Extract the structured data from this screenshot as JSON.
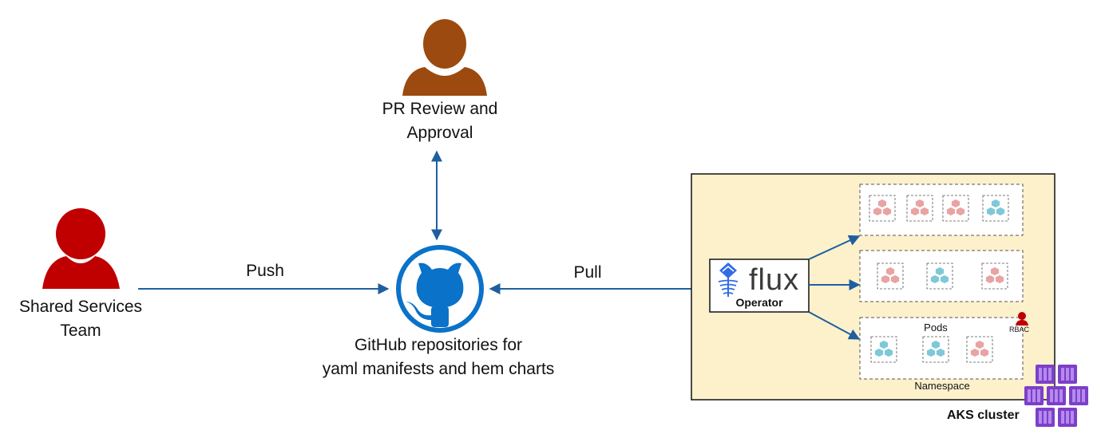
{
  "reviewer": {
    "label_line1": "PR Review and",
    "label_line2": "Approval"
  },
  "team": {
    "label_line1": "Shared Services",
    "label_line2": "Team"
  },
  "github": {
    "label_line1": "GitHub repositories for",
    "label_line2": "yaml manifests and hem charts"
  },
  "arrows": {
    "push_label": "Push",
    "pull_label": "Pull"
  },
  "cluster": {
    "operator_name": "flux",
    "operator_label": "Operator",
    "pods_label": "Pods",
    "rbac_label": "RBAC",
    "namespace_label": "Namespace",
    "cluster_label": "AKS cluster",
    "namespaces": [
      {
        "pods": [
          "red",
          "red",
          "red",
          "teal"
        ]
      },
      {
        "pods": [
          "red",
          "teal",
          "red"
        ]
      },
      {
        "pods": [
          "teal",
          "teal",
          "red"
        ]
      }
    ]
  },
  "colors": {
    "reviewer": "#9c4a0f",
    "team": "#c00000",
    "github": "#0a72c9",
    "arrow": "#1f5fa0",
    "cluster_fill": "#fdf1cc",
    "pod_red": "#e8a3a3",
    "pod_teal": "#7ec8d8",
    "aks_purple": "#7d3fc9",
    "flux_blue": "#316ce6"
  }
}
